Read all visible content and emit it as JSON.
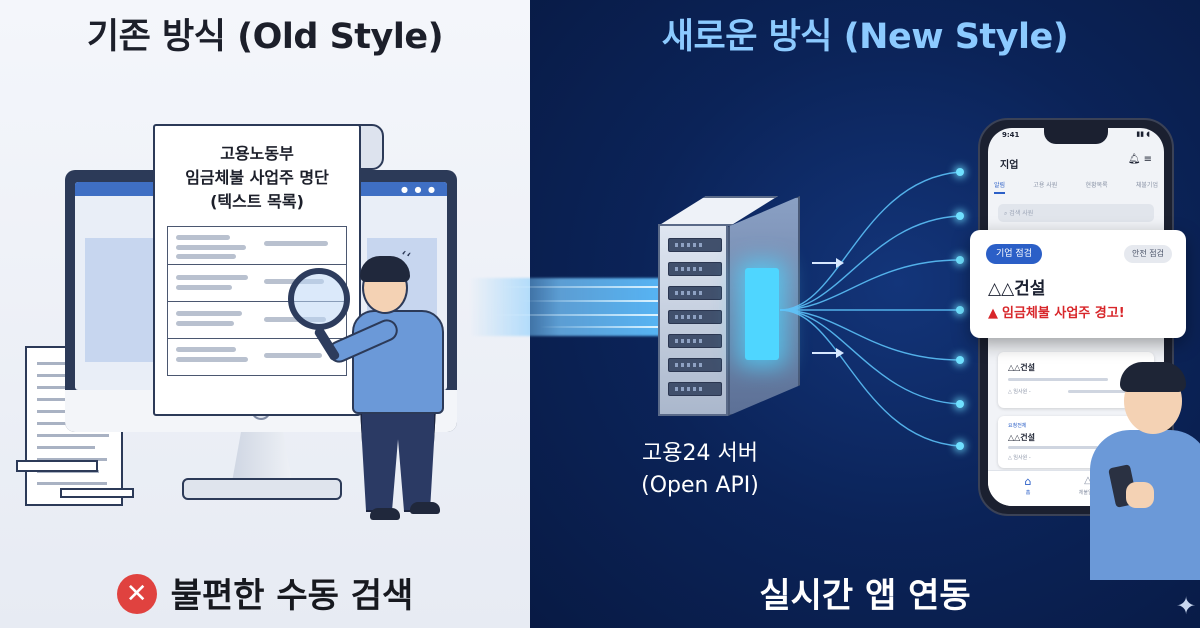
{
  "left": {
    "title": "기존 방식 (Old Style)",
    "document_line1": "고용노동부",
    "document_line2": "임금체불 사업주 명단",
    "document_line3": "(텍스트 목록)",
    "footer": "불편한 수동 검색",
    "footer_icon": "x-circle-icon",
    "footer_icon_color": "#e0423f"
  },
  "right": {
    "title": "새로운 방식 (New Style)",
    "title_color": "#8ccaff",
    "server_line1": "고용24 서버",
    "server_line2": "(Open API)",
    "footer": "실시간 앱 연동",
    "phone": {
      "status_time": "9:41",
      "app_title": "지업",
      "tabs": [
        "알림",
        "고용 사원",
        "현황목록",
        "체불기업"
      ],
      "search_placeholder": "검색 사원",
      "list": [
        {
          "title": "△△건설",
          "sub": "△ 임사원 -"
        },
        {
          "tag": "요청전체",
          "title": "△△건설",
          "sub": "△ 임사원 -"
        }
      ],
      "nav_home_label": "홈",
      "nav_bell_label": "체불알림"
    },
    "popup": {
      "badge": "기업 점검",
      "chip": "안전 점검",
      "company": "△△건설",
      "warning": "임금체불 사업주 경고!",
      "warning_color": "#d8262a"
    }
  }
}
